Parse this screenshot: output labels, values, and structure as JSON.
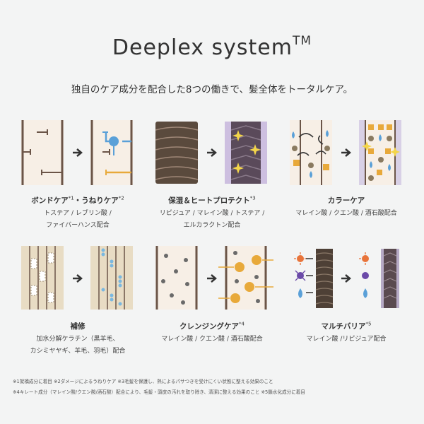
{
  "title": "Deeplex system",
  "title_mark": "TM",
  "subtitle": "独自のケア成分を配合した8つの働きで、髪全体をトータルケア。",
  "features": [
    {
      "name": "ボンドケア",
      "sup1": "*1",
      "mid": "・うねりケア",
      "sup2": "*2",
      "lines": [
        "トステア / レブリン酸 /",
        "ファイバーハンス配合"
      ]
    },
    {
      "name": "保湿＆ヒートプロテクト",
      "sup1": "*3",
      "lines": [
        "リピジュア / マレイン酸 / トステア /",
        "エルカラクトン配合"
      ]
    },
    {
      "name": "カラーケア",
      "lines": [
        "マレイン酸 / クエン酸 / 酒石酸配合"
      ]
    },
    {
      "name": "補修",
      "lines": [
        "加水分解ケラチン（黒羊毛、",
        "カシミヤヤギ、羊毛、羽毛）配合"
      ]
    },
    {
      "name": "クレンジングケア",
      "sup1": "*4",
      "lines": [
        "マレイン酸 / クエン酸 / 酒石酸配合"
      ]
    },
    {
      "name": "マルチバリア",
      "sup1": "*5",
      "lines": [
        "マレイン酸 /リピジュア配合"
      ]
    }
  ],
  "notes": [
    "※1架橋成分に着目 ※2ダメージによるうねりケア ※3毛髪を保護し、熱によるパサつきを受けにくい状態に整える効果のこと",
    "※4キレート成分（マレイン酸/クエン酸/酒石酸）配合により、毛髪・頭皮の汚れを取り除き、清潔に整える効果のこと ※5鎖水化成分に着目"
  ],
  "colors": {
    "hair_line": "#6b5548",
    "arrow": "#333333",
    "blue": "#5aa0d8",
    "orange": "#e8a93a",
    "purple": "#6b4aa8",
    "dark_brown": "#4e4036"
  }
}
